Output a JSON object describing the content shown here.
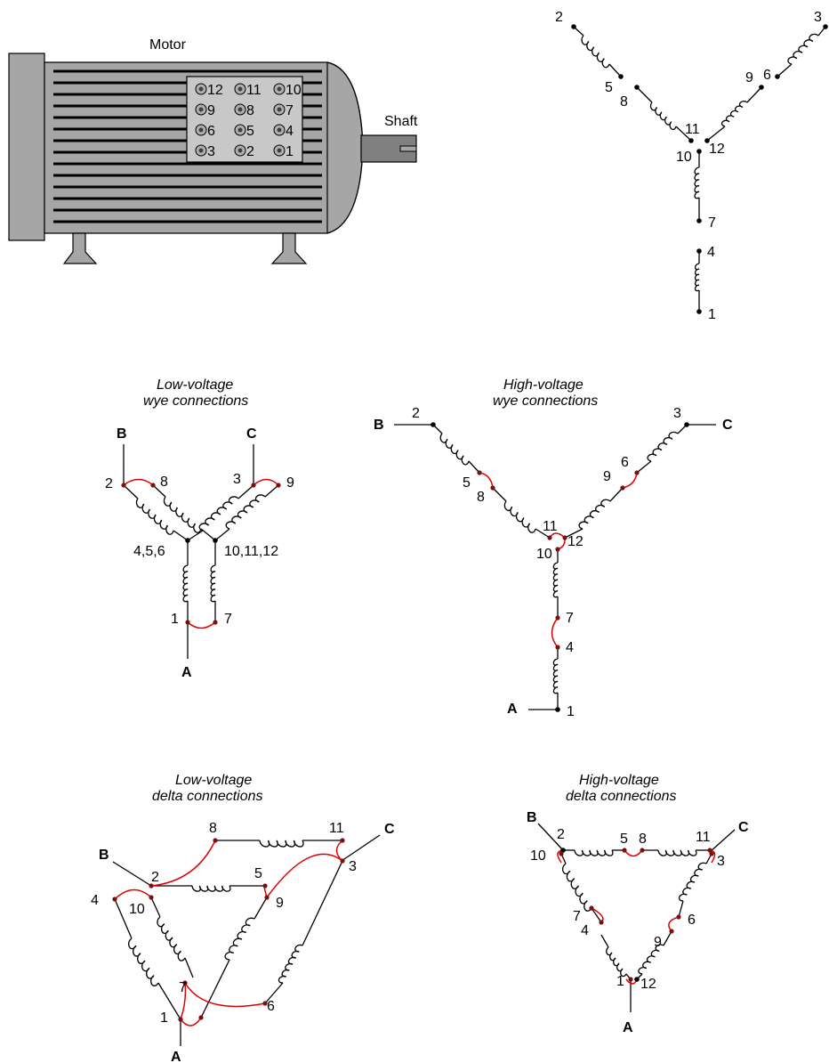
{
  "motor": {
    "title": "Motor",
    "shaft_label": "Shaft",
    "terminals": [
      [
        "12",
        "11",
        "10"
      ],
      [
        "9",
        "8",
        "7"
      ],
      [
        "6",
        "5",
        "4"
      ],
      [
        "3",
        "2",
        "1"
      ]
    ]
  },
  "winding_diagram": {
    "labels": [
      "2",
      "5",
      "8",
      "11",
      "3",
      "6",
      "9",
      "12",
      "10",
      "7",
      "4",
      "1"
    ]
  },
  "low_wye": {
    "caption_line1": "Low-voltage",
    "caption_line2": "wye connections",
    "phases": {
      "a": "A",
      "b": "B",
      "c": "C"
    },
    "labels": [
      "2",
      "8",
      "3",
      "9",
      "4,5,6",
      "10,11,12",
      "1",
      "7"
    ]
  },
  "high_wye": {
    "caption_line1": "High-voltage",
    "caption_line2": "wye connections",
    "phases": {
      "a": "A",
      "b": "B",
      "c": "C"
    },
    "labels": [
      "2",
      "5",
      "8",
      "11",
      "3",
      "6",
      "9",
      "12",
      "10",
      "7",
      "4",
      "1"
    ]
  },
  "low_delta": {
    "caption_line1": "Low-voltage",
    "caption_line2": "delta connections",
    "phases": {
      "a": "A",
      "b": "B",
      "c": "C"
    },
    "labels": [
      "8",
      "11",
      "2",
      "5",
      "4",
      "10",
      "9",
      "3",
      "7",
      "1",
      "6"
    ]
  },
  "high_delta": {
    "caption_line1": "High-voltage",
    "caption_line2": "delta connections",
    "phases": {
      "a": "A",
      "b": "B",
      "c": "C"
    },
    "labels": [
      "2",
      "5",
      "8",
      "11",
      "10",
      "3",
      "7",
      "4",
      "6",
      "9",
      "1",
      "12"
    ]
  },
  "colors": {
    "wire": "#000000",
    "jumper": "#e00000",
    "motor_body": "#a6a6a6",
    "motor_dark": "#808080"
  }
}
